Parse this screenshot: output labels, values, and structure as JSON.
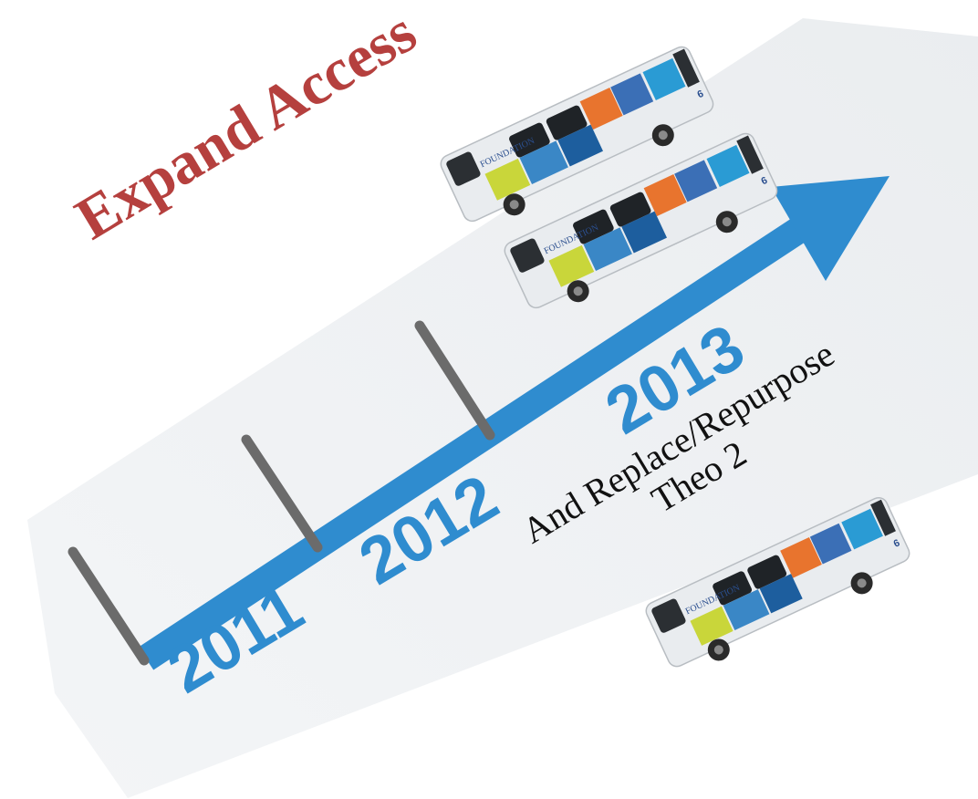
{
  "title": "Expand Access",
  "years": [
    "2011",
    "2012",
    "2013"
  ],
  "note": {
    "line1": "And Replace/Repurpose",
    "line2": "Theo 2"
  },
  "bus_graphic": {
    "brand": "FOUNDATION",
    "number": "6"
  },
  "colors": {
    "title": "#b5403e",
    "arrow": "#2f8ccf",
    "year_text": "#2f8ccf",
    "tick": "#6b6b6b",
    "backdrop": "#eef0f2",
    "bus_body": "#e9ecef"
  }
}
